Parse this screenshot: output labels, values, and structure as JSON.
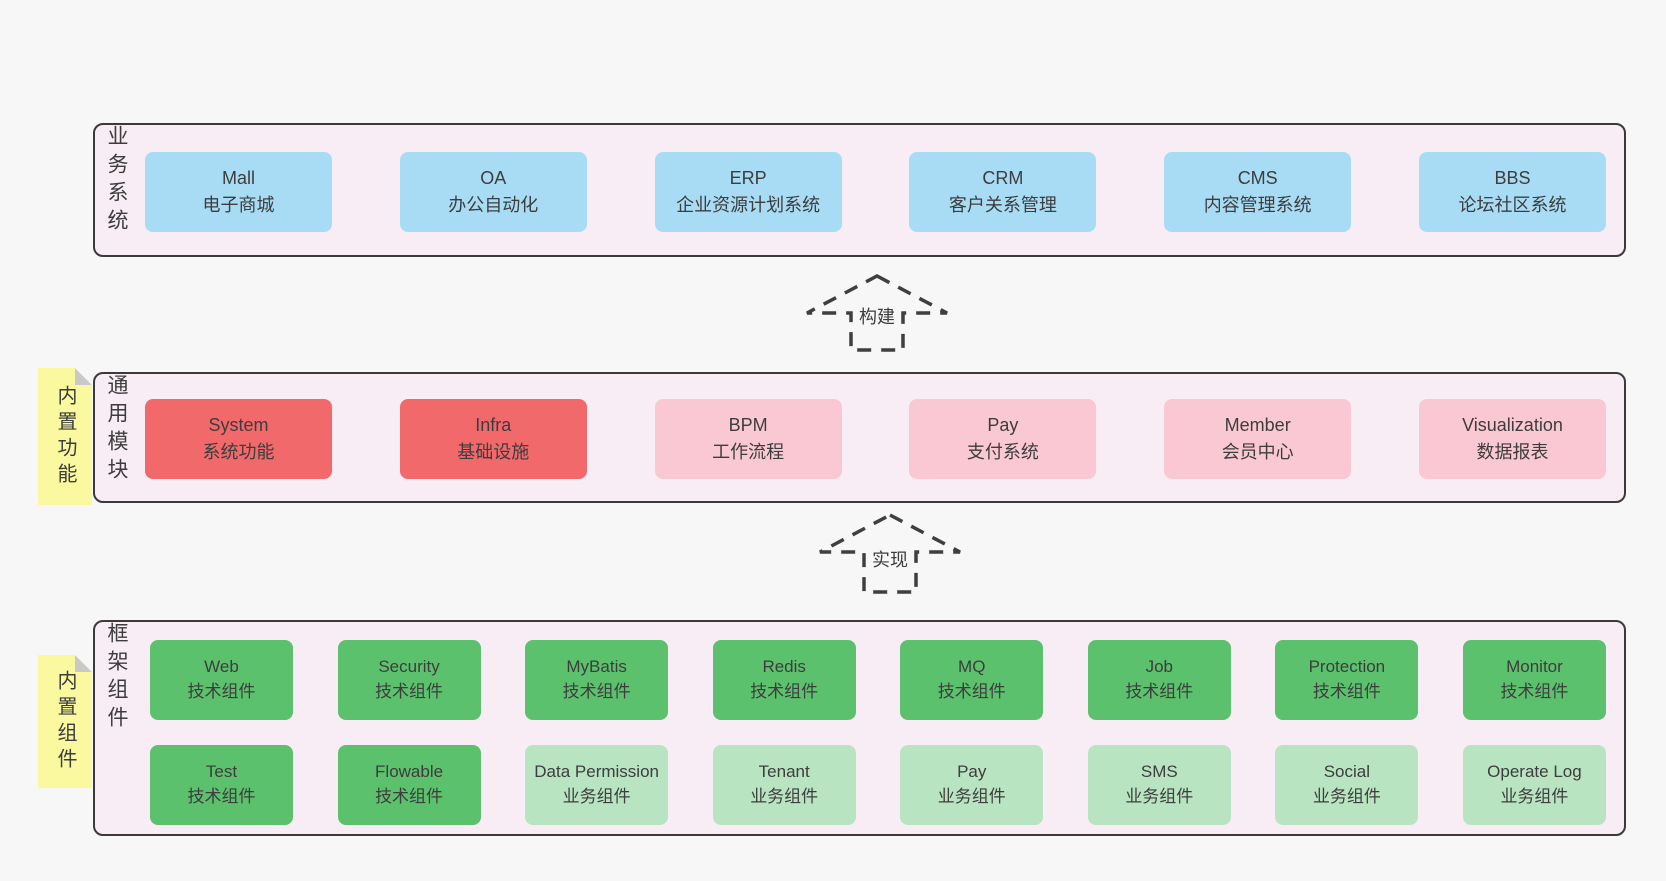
{
  "colors": {
    "page_bg": "#f7f7f7",
    "panel_bg": "#f8edf5",
    "panel_border": "#3a3a3a",
    "blue_box": "#a8dcf5",
    "red_box": "#f1696a",
    "pink_box": "#f9c8d3",
    "green_dark_box": "#5cc16d",
    "green_light_box": "#b9e4c1",
    "sticky_note_bg": "#fbf99f",
    "sticky_note_fold": "#c9c9c9",
    "text": "#3d3d3d"
  },
  "arrows": [
    {
      "label": "构建"
    },
    {
      "label": "实现"
    }
  ],
  "panels": {
    "business": {
      "side_label": "业务系统",
      "boxes": [
        {
          "title": "Mall",
          "subtitle": "电子商城"
        },
        {
          "title": "OA",
          "subtitle": "办公自动化"
        },
        {
          "title": "ERP",
          "subtitle": "企业资源计划系统"
        },
        {
          "title": "CRM",
          "subtitle": "客户关系管理"
        },
        {
          "title": "CMS",
          "subtitle": "内容管理系统"
        },
        {
          "title": "BBS",
          "subtitle": "论坛社区系统"
        }
      ]
    },
    "modules": {
      "side_label": "通用模块",
      "note_label": "内置功能",
      "boxes": [
        {
          "title": "System",
          "subtitle": "系统功能"
        },
        {
          "title": "Infra",
          "subtitle": "基础设施"
        },
        {
          "title": "BPM",
          "subtitle": "工作流程"
        },
        {
          "title": "Pay",
          "subtitle": "支付系统"
        },
        {
          "title": "Member",
          "subtitle": "会员中心"
        },
        {
          "title": "Visualization",
          "subtitle": "数据报表"
        }
      ]
    },
    "components": {
      "side_label": "框架组件",
      "note_label": "内置组件",
      "rows": [
        [
          {
            "title": "Web",
            "subtitle": "技术组件"
          },
          {
            "title": "Security",
            "subtitle": "技术组件"
          },
          {
            "title": "MyBatis",
            "subtitle": "技术组件"
          },
          {
            "title": "Redis",
            "subtitle": "技术组件"
          },
          {
            "title": "MQ",
            "subtitle": "技术组件"
          },
          {
            "title": "Job",
            "subtitle": "技术组件"
          },
          {
            "title": "Protection",
            "subtitle": "技术组件"
          },
          {
            "title": "Monitor",
            "subtitle": "技术组件"
          }
        ],
        [
          {
            "title": "Test",
            "subtitle": "技术组件"
          },
          {
            "title": "Flowable",
            "subtitle": "技术组件"
          },
          {
            "title": "Data Permission",
            "subtitle": "业务组件"
          },
          {
            "title": "Tenant",
            "subtitle": "业务组件"
          },
          {
            "title": "Pay",
            "subtitle": "业务组件"
          },
          {
            "title": "SMS",
            "subtitle": "业务组件"
          },
          {
            "title": "Social",
            "subtitle": "业务组件"
          },
          {
            "title": "Operate Log",
            "subtitle": "业务组件"
          }
        ]
      ]
    }
  }
}
